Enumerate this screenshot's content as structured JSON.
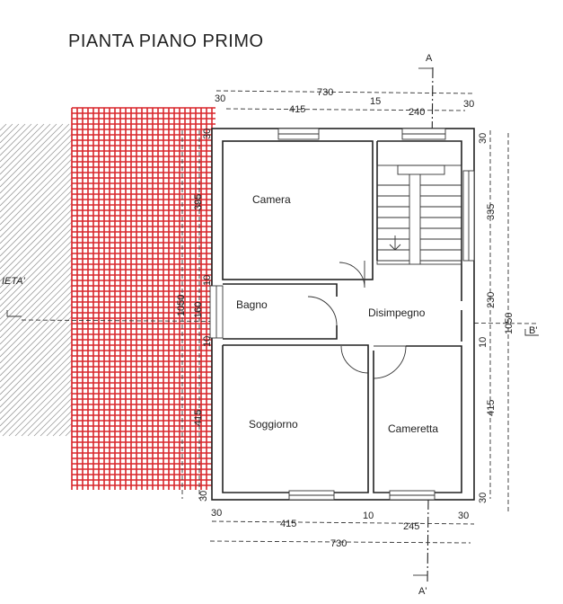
{
  "title": "PIANTA PIANO PRIMO",
  "neighbor_label": "IETA'",
  "colors": {
    "hatch_red": "#d9262b",
    "hatch_gray": "#9a9a9a",
    "line": "#222222"
  },
  "section_marks": {
    "a_top": "A",
    "a_bottom": "A'",
    "b_right": "B'"
  },
  "rooms": {
    "camera": "Camera",
    "bagno": "Bagno",
    "disimpegno": "Disimpegno",
    "soggiorno": "Soggiorno",
    "cameretta": "Cameretta"
  },
  "dims": {
    "top_total": "730",
    "top_left_wall": "30",
    "top_left": "415",
    "top_mid_wall": "15",
    "top_right": "240",
    "top_right_wall": "30",
    "right_top_wall": "30",
    "right_stairs": "335",
    "right_mid": "230",
    "right_total": "1050",
    "right_wall_10": "10",
    "right_bottom": "415",
    "right_bottom_wall": "30",
    "left_top_wall": "30",
    "left_camera": "395",
    "left_wall_10a": "10",
    "left_total": "1050",
    "left_bagno": "160",
    "left_wall_10b": "10",
    "left_soggiorno": "415",
    "left_bottom_wall": "30",
    "bottom_left_wall": "30",
    "bottom_left": "415",
    "bottom_mid_wall": "10",
    "bottom_right": "245",
    "bottom_right_wall": "30",
    "bottom_total": "730"
  }
}
